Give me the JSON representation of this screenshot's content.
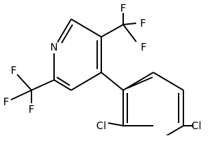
{
  "structure": {
    "atoms": {
      "nitrogen": "N",
      "cf3_upper": {
        "f_top": "F",
        "f_right": "F",
        "f_lower": "F"
      },
      "cf3_left": {
        "f_top": "F",
        "f_left": "F",
        "f_bottom": "F"
      },
      "chlorine_ortho": "Cl",
      "chlorine_para": "Cl"
    },
    "bond_color": "#000000",
    "label_color": "#000000"
  }
}
